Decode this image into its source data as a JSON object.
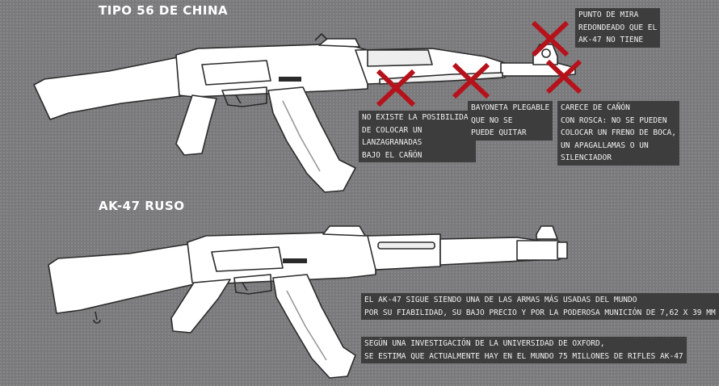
{
  "titles": {
    "top": "TIPO 56 DE CHINA",
    "bottom": "AK-47 RUSO"
  },
  "annotations": {
    "sight": "PUNTO DE MIRA\nREDONDEADO QUE EL\nAK-47 NO TIENE",
    "grenade": "NO EXISTE LA POSIBILIDAD\nDE COLOCAR UN\nLANZAGRANADAS\nBAJO EL CAÑÓN",
    "bayonet": "BAYONETA PLEGABLE\nQUE NO SE\nPUEDE QUITAR",
    "barrel": "CARECE DE CAÑÓN\nCON ROSCA: NO SE PUEDEN\nCOLOCAR UN FRENO DE BOCA,\nUN APAGALLAMAS O UN\nSILENCIADOR"
  },
  "facts": {
    "usage": "EL AK-47 SIGUE SIENDO UNA DE LAS ARMAS MÁS USADAS DEL MUNDO\nPOR SU FIABILIDAD, SU BAJO PRECIO Y POR LA PODEROSA MUNICIÓN DE 7,62 X 39 MM",
    "count": "SEGÚN UNA INVESTIGACIÓN DE LA UNIVERSIDAD DE OXFORD,\nSE ESTIMA QUE ACTUALMENTE HAY EN EL MUNDO 75 MILLONES DE RIFLES AK-47"
  },
  "colors": {
    "background": "#7a7a7c",
    "label_bg": "#3d3d3d",
    "cross": "#b5121b"
  }
}
